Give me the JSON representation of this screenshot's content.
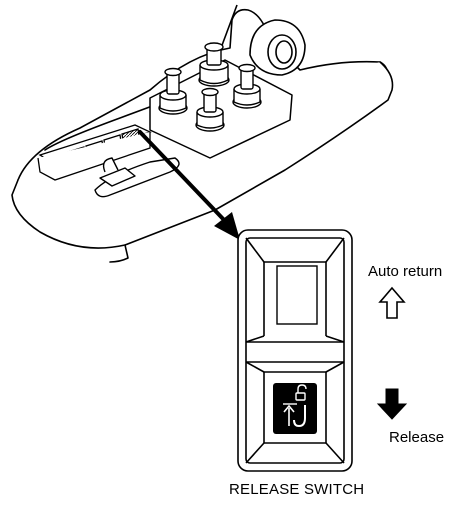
{
  "switch": {
    "auto_return_label": "Auto return",
    "release_label": "Release",
    "caption": "RELEASE SWITCH",
    "release_icon": "hook-release-icon",
    "up_arrow_icon": "outline-up-arrow-icon",
    "down_arrow_icon": "solid-down-arrow-icon"
  },
  "colors": {
    "line": "#000000",
    "background": "#ffffff",
    "icon_panel": "#000000",
    "icon_glyph": "#ffffff"
  }
}
